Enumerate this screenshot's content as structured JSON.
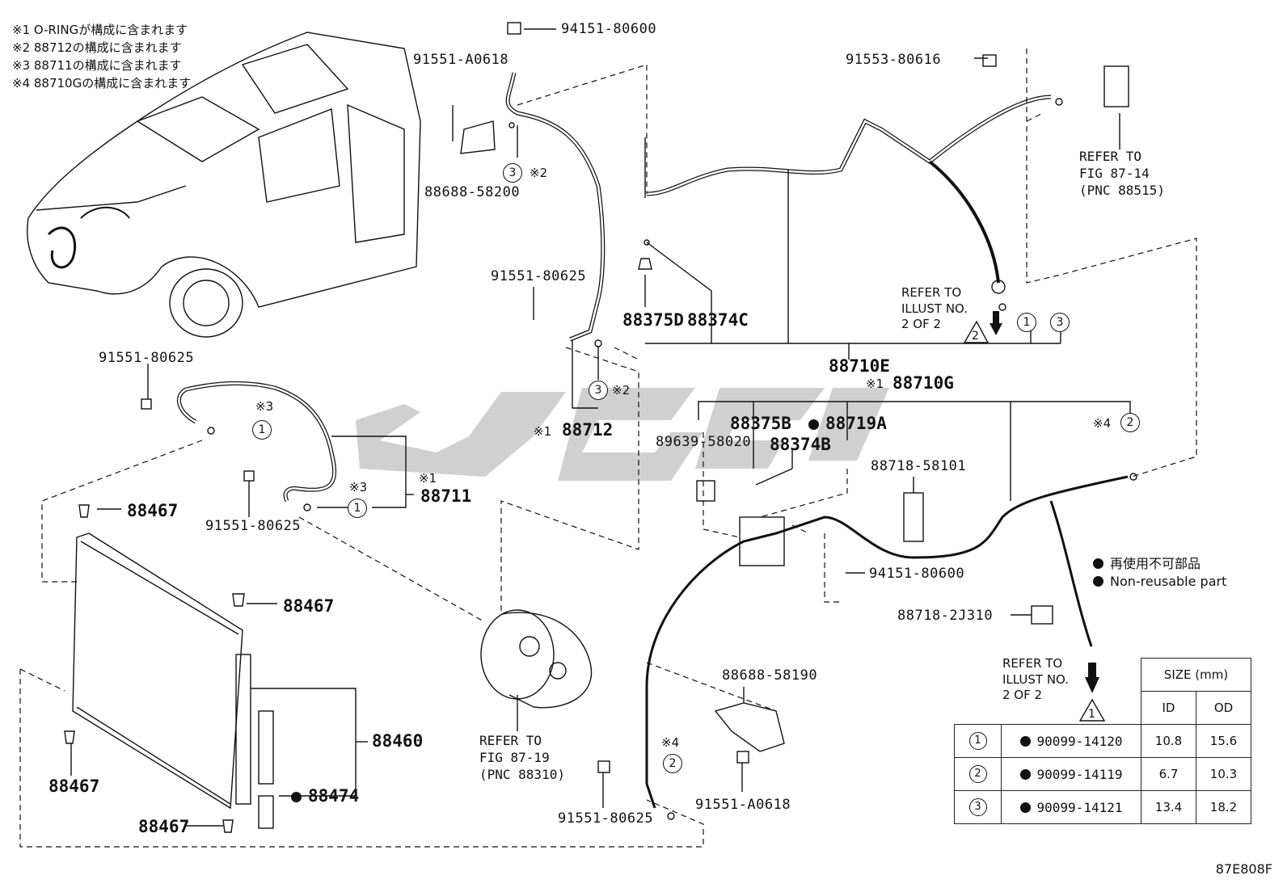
{
  "notes": [
    "※1 O-RINGが構成に含まれます",
    "※2 88712の構成に含まれます",
    "※3 88711の構成に含まれます",
    "※4 88710Gの構成に含まれます"
  ],
  "labels": {
    "p94151_80600_top": "94151-80600",
    "p91551_A0618_top": "91551-A0618",
    "p88688_58200": "88688-58200",
    "p91553_80616": "91553-80616",
    "p91551_80625_mid": "91551-80625",
    "p91551_80625_left": "91551-80625",
    "p91551_80625_low": "91551-80625",
    "p88375D": "88375D",
    "p88374C": "88374C",
    "p88710E": "88710E",
    "p88710G": "88710G",
    "p88712": "88712",
    "p88711": "88711",
    "p88375B": "88375B",
    "p88374B": "88374B",
    "p88719A": "88719A",
    "p89639_58020": "89639-58020",
    "p88718_58101": "88718-58101",
    "p94151_80600_low": "94151-80600",
    "p88718_2J310": "88718-2J310",
    "p88467_a": "88467",
    "p88467_b": "88467",
    "p88467_c": "88467",
    "p88467_d": "88467",
    "p88460": "88460",
    "p88474": "88474",
    "p88688_58190": "88688-58190",
    "p91551_A0618_low": "91551-A0618",
    "p91551_80625_bottom": "91551-80625"
  },
  "marks": {
    "m1": "※1",
    "m2": "※2",
    "m3": "※3",
    "m4": "※4"
  },
  "circles": {
    "c1": "1",
    "c2": "2",
    "c3": "3"
  },
  "refs": {
    "fig87_14": [
      "REFER TO",
      "FIG 87-14",
      "(PNC 88515)"
    ],
    "illust_top": [
      "REFER TO",
      "ILLUST NO.",
      "2 OF 2"
    ],
    "fig87_19": [
      "REFER TO",
      "FIG 87-19",
      "(PNC 88310)"
    ],
    "illust_bottom": [
      "REFER TO",
      "ILLUST NO.",
      "2 OF 2"
    ]
  },
  "legend": {
    "jp": "再使用不可部品",
    "en": "Non-reusable part"
  },
  "table": {
    "header_size": "SIZE (mm)",
    "col_id": "ID",
    "col_od": "OD",
    "rows": [
      {
        "num": "1",
        "part": "90099-14120",
        "id": "10.8",
        "od": "15.6"
      },
      {
        "num": "2",
        "part": "90099-14119",
        "id": "6.7",
        "od": "10.3"
      },
      {
        "num": "3",
        "part": "90099-14121",
        "id": "13.4",
        "od": "18.2"
      }
    ]
  },
  "figure_code": "87E808F",
  "colors": {
    "line": "#111111",
    "watermark": "#c8c8c8"
  }
}
